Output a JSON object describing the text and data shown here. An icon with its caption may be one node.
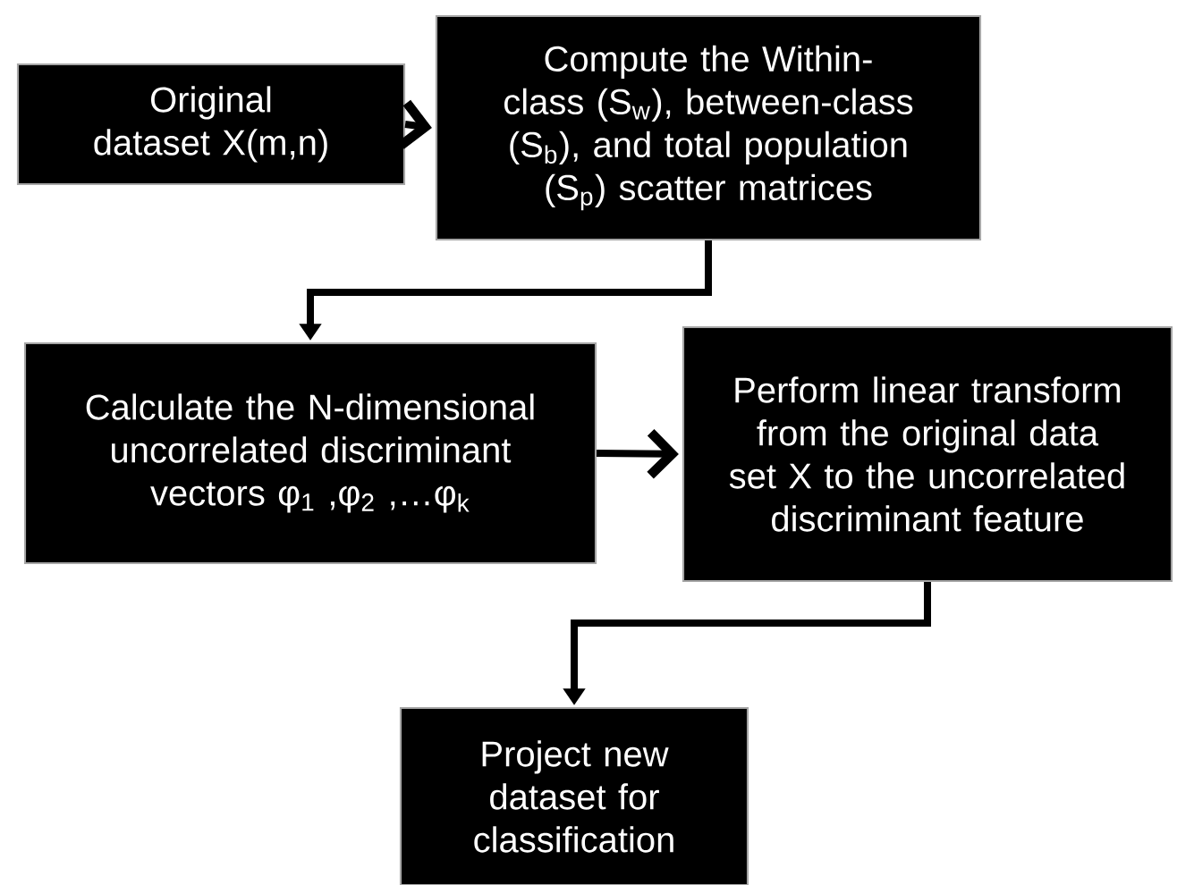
{
  "diagram": {
    "nodes": [
      {
        "text": [
          "Original dataset X(m,n)"
        ]
      },
      {
        "text": [
          "Compute the Within-class (S$_{w}$), between-class (S$_{b}$), and total population (S$_{p}$) scatter matrices"
        ]
      },
      {
        "text": [
          "Calculate the N-dimensional uncorrelated discriminant vectors φ$_{1}$ ,φ$_{2}$ ,…φ$_{k}$"
        ]
      },
      {
        "text": [
          "Perform linear transform from the original data set X to the uncorrelated discriminant feature"
        ]
      },
      {
        "text": [
          "Project new dataset for classification"
        ]
      }
    ],
    "edges": [
      {
        "from": 0,
        "to": 1,
        "arrow": "to"
      },
      {
        "from": 1,
        "to": 2,
        "arrow": "to"
      },
      {
        "from": 2,
        "to": 3,
        "arrow": "to"
      },
      {
        "from": 3,
        "to": 4,
        "arrow": "to"
      }
    ]
  }
}
